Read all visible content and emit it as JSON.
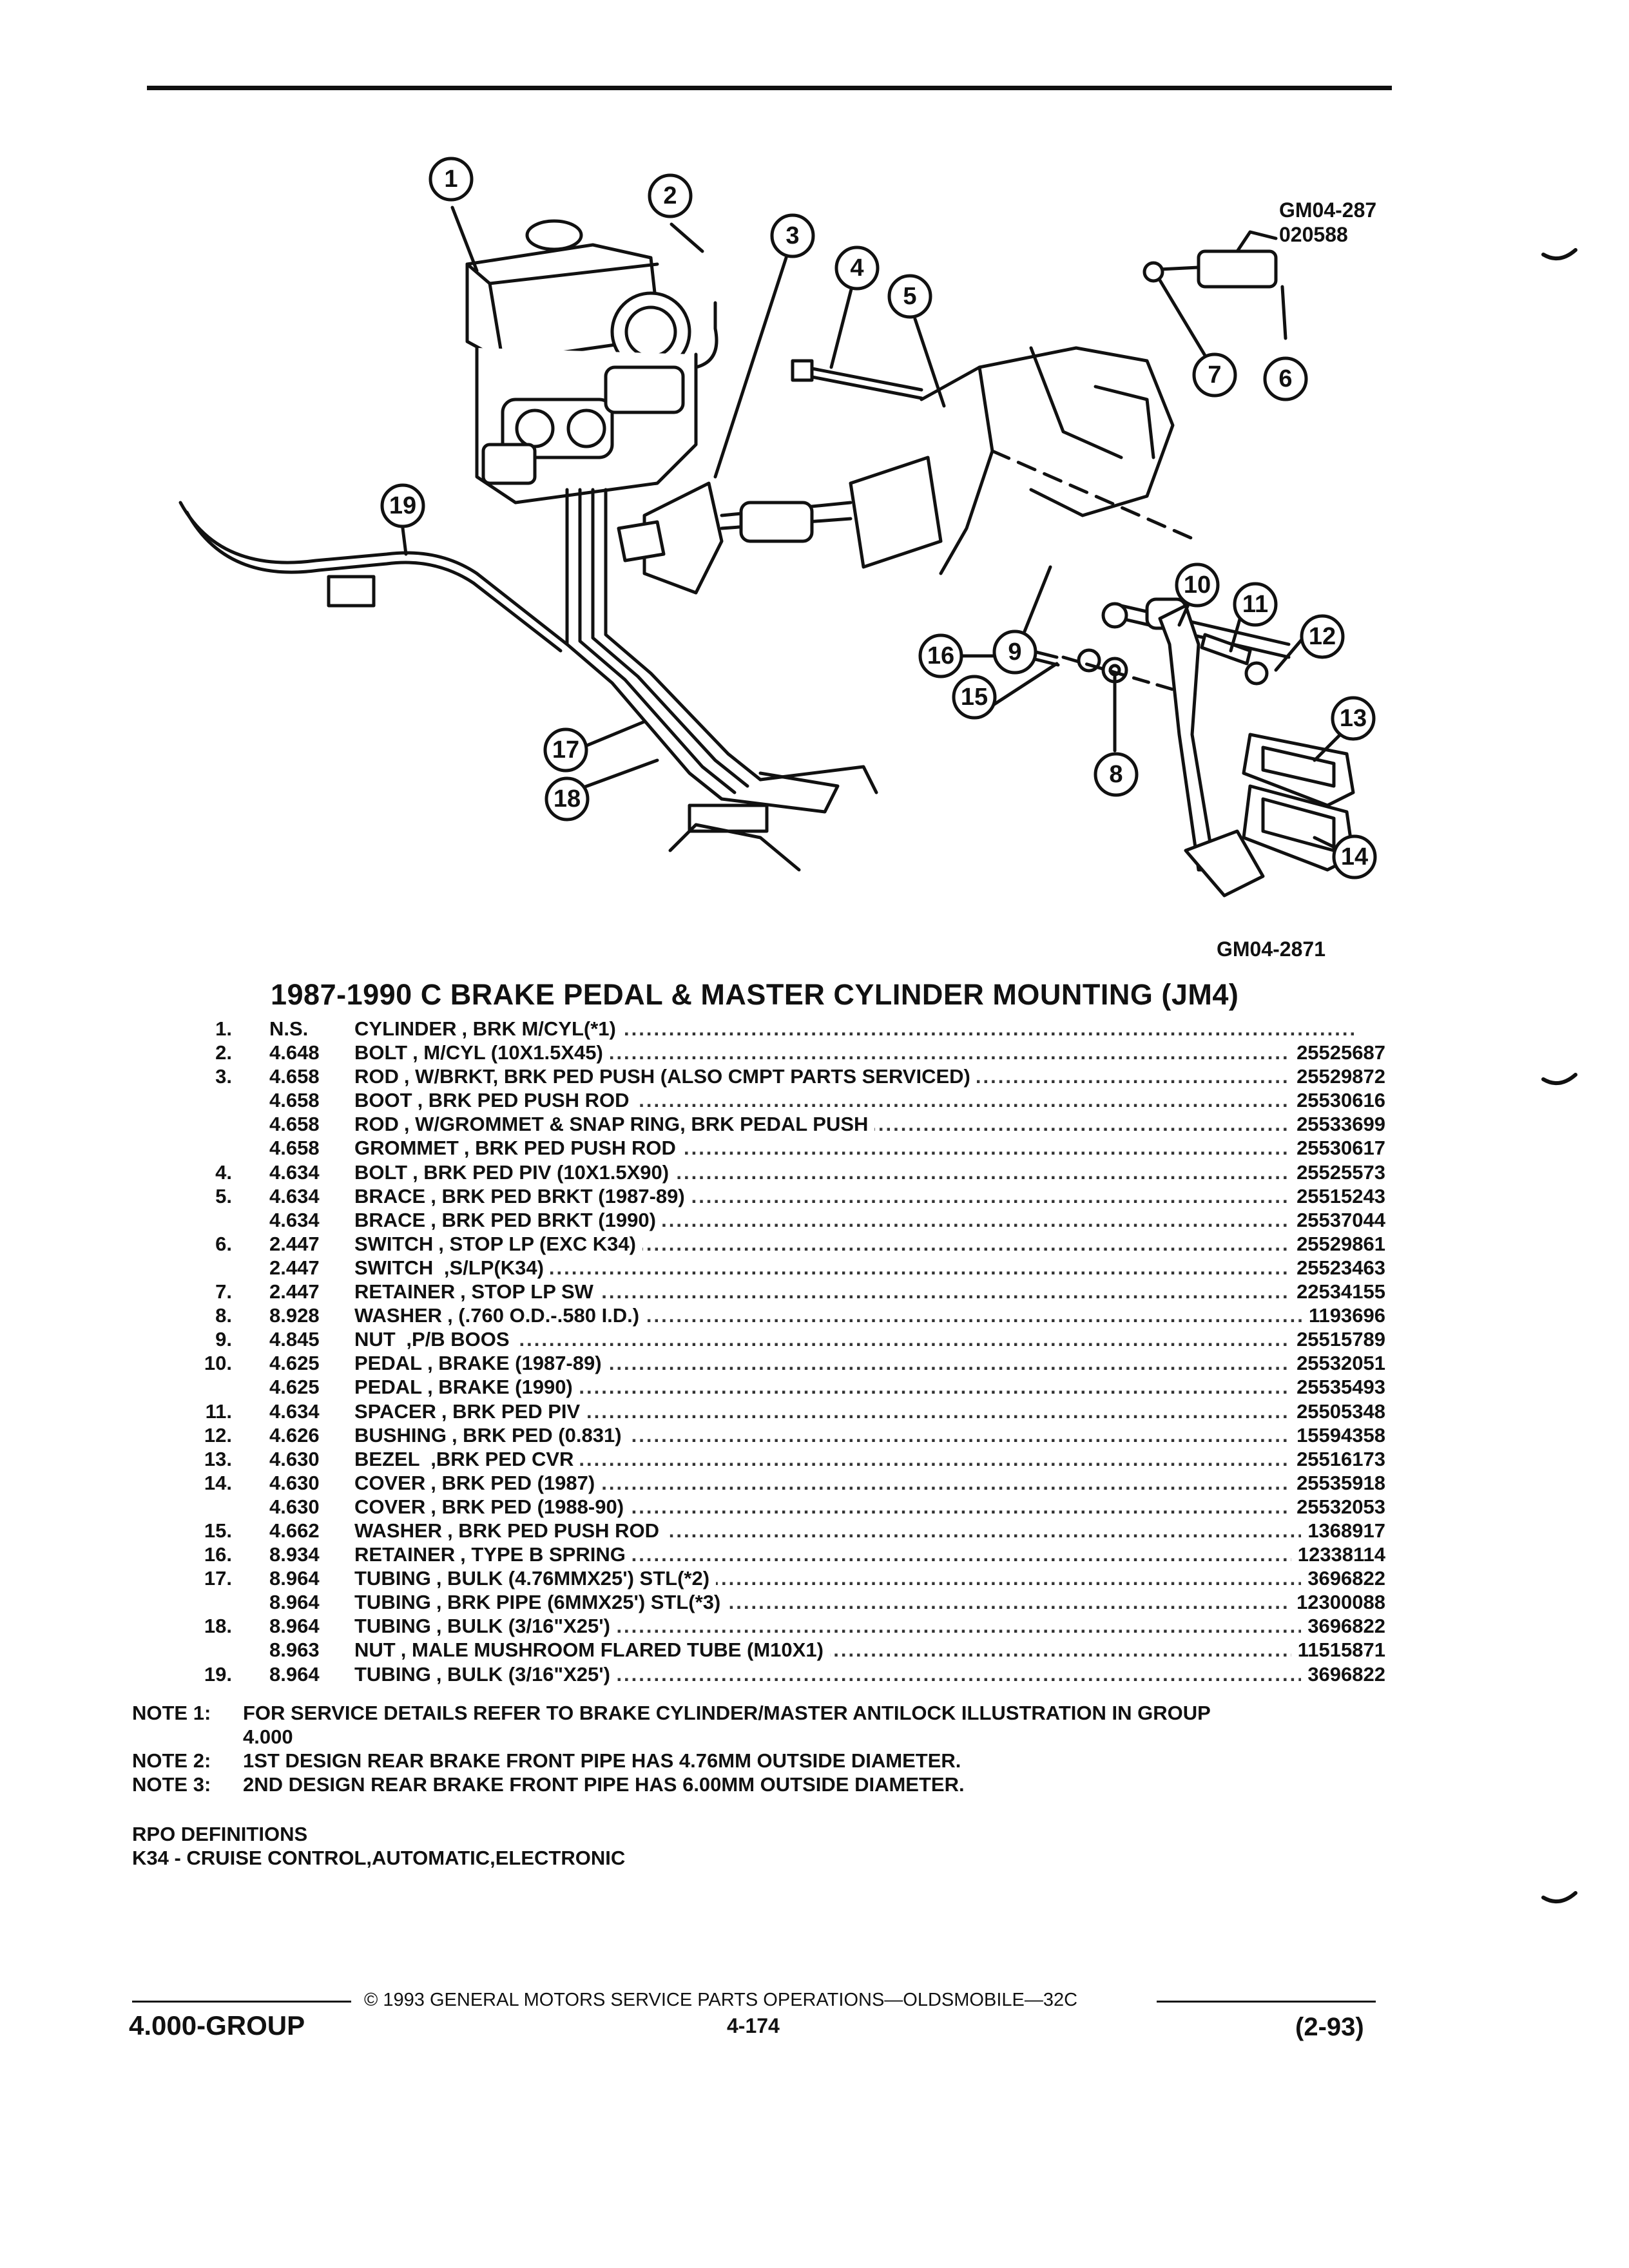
{
  "diagram": {
    "ref_code_top": "GM04-287",
    "ref_code_top_2": "020588",
    "ref_code_bottom": "GM04-2871",
    "callouts": [
      "1",
      "2",
      "3",
      "4",
      "5",
      "6",
      "7",
      "8",
      "9",
      "10",
      "11",
      "12",
      "13",
      "14",
      "15",
      "16",
      "17",
      "18",
      "19"
    ]
  },
  "title": "1987-1990 C BRAKE PEDAL & MASTER CYLINDER MOUNTING (JM4)",
  "parts": [
    {
      "item": "1.",
      "group": "N.S.",
      "name": "CYLINDER",
      "desc": ", BRK M/CYL(*1)",
      "part": ""
    },
    {
      "item": "2.",
      "group": "4.648",
      "name": "BOLT",
      "desc": ", M/CYL (10X1.5X45)",
      "part": "25525687"
    },
    {
      "item": "3.",
      "group": "4.658",
      "name": "ROD",
      "desc": ", W/BRKT, BRK PED PUSH (ALSO CMPT PARTS SERVICED)",
      "part": "25529872"
    },
    {
      "item": "",
      "group": "4.658",
      "name": "BOOT",
      "desc": ", BRK PED PUSH ROD",
      "part": "25530616"
    },
    {
      "item": "",
      "group": "4.658",
      "name": "ROD",
      "desc": ", W/GROMMET & SNAP RING, BRK PEDAL PUSH",
      "part": "25533699"
    },
    {
      "item": "",
      "group": "4.658",
      "name": "GROMMET",
      "desc": ", BRK PED PUSH ROD",
      "part": "25530617"
    },
    {
      "item": "4.",
      "group": "4.634",
      "name": "BOLT",
      "desc": ", BRK PED PIV (10X1.5X90)",
      "part": "25525573"
    },
    {
      "item": "5.",
      "group": "4.634",
      "name": "BRACE",
      "desc": ", BRK PED BRKT (1987-89)",
      "part": "25515243"
    },
    {
      "item": "",
      "group": "4.634",
      "name": "BRACE",
      "desc": ", BRK PED BRKT (1990)",
      "part": "25537044"
    },
    {
      "item": "6.",
      "group": "2.447",
      "name": "SWITCH",
      "desc": ", STOP LP (EXC K34)",
      "part": "25529861"
    },
    {
      "item": "",
      "group": "2.447",
      "name": "SWITCH",
      "desc": " ,S/LP(K34)",
      "part": "25523463"
    },
    {
      "item": "7.",
      "group": "2.447",
      "name": "RETAINER",
      "desc": ", STOP LP SW",
      "part": "22534155"
    },
    {
      "item": "8.",
      "group": "8.928",
      "name": "WASHER",
      "desc": ", (.760 O.D.-.580 I.D.)",
      "part": "1193696"
    },
    {
      "item": "9.",
      "group": "4.845",
      "name": "NUT",
      "desc": " ,P/B BOOS",
      "part": "25515789"
    },
    {
      "item": "10.",
      "group": "4.625",
      "name": "PEDAL",
      "desc": ", BRAKE (1987-89)",
      "part": "25532051"
    },
    {
      "item": "",
      "group": "4.625",
      "name": "PEDAL",
      "desc": ", BRAKE (1990)",
      "part": "25535493"
    },
    {
      "item": "11.",
      "group": "4.634",
      "name": "SPACER",
      "desc": ", BRK PED PIV",
      "part": "25505348"
    },
    {
      "item": "12.",
      "group": "4.626",
      "name": "BUSHING",
      "desc": ", BRK PED (0.831)",
      "part": "15594358"
    },
    {
      "item": "13.",
      "group": "4.630",
      "name": "BEZEL",
      "desc": " ,BRK PED CVR",
      "part": "25516173"
    },
    {
      "item": "14.",
      "group": "4.630",
      "name": "COVER",
      "desc": ", BRK PED (1987)",
      "part": "25535918"
    },
    {
      "item": "",
      "group": "4.630",
      "name": "COVER",
      "desc": ", BRK PED (1988-90)",
      "part": "25532053"
    },
    {
      "item": "15.",
      "group": "4.662",
      "name": "WASHER",
      "desc": ", BRK PED PUSH ROD",
      "part": "1368917"
    },
    {
      "item": "16.",
      "group": "8.934",
      "name": "RETAINER",
      "desc": ", TYPE B SPRING",
      "part": "12338114"
    },
    {
      "item": "17.",
      "group": "8.964",
      "name": "TUBING",
      "desc": ", BULK (4.76MMX25') STL(*2)",
      "part": "3696822"
    },
    {
      "item": "",
      "group": "8.964",
      "name": "TUBING",
      "desc": ", BRK PIPE (6MMX25') STL(*3)",
      "part": "12300088"
    },
    {
      "item": "18.",
      "group": "8.964",
      "name": "TUBING",
      "desc": ", BULK (3/16\"X25')",
      "part": "3696822"
    },
    {
      "item": "",
      "group": "8.963",
      "name": "NUT",
      "desc": ", MALE MUSHROOM FLARED TUBE (M10X1)",
      "part": "11515871"
    },
    {
      "item": "19.",
      "group": "8.964",
      "name": "TUBING",
      "desc": ", BULK (3/16\"X25')",
      "part": "3696822"
    }
  ],
  "notes": [
    {
      "label": "NOTE  1:",
      "text": "FOR SERVICE DETAILS REFER TO BRAKE CYLINDER/MASTER ANTILOCK ILLUSTRATION IN GROUP"
    },
    {
      "label": "",
      "text": "4.000"
    },
    {
      "label": "NOTE  2:",
      "text": "1ST DESIGN REAR BRAKE FRONT PIPE HAS 4.76MM OUTSIDE DIAMETER."
    },
    {
      "label": "NOTE  3:",
      "text": "2ND DESIGN REAR BRAKE FRONT PIPE HAS 6.00MM OUTSIDE DIAMETER."
    }
  ],
  "rpo": {
    "heading": "RPO DEFINITIONS",
    "line": "K34 - CRUISE CONTROL,AUTOMATIC,ELECTRONIC"
  },
  "footer": {
    "copyright": "©  1993  GENERAL MOTORS SERVICE PARTS OPERATIONS—OLDSMOBILE—32C",
    "group": "4.000-GROUP",
    "page": "4-174",
    "revision": "(2-93)"
  }
}
